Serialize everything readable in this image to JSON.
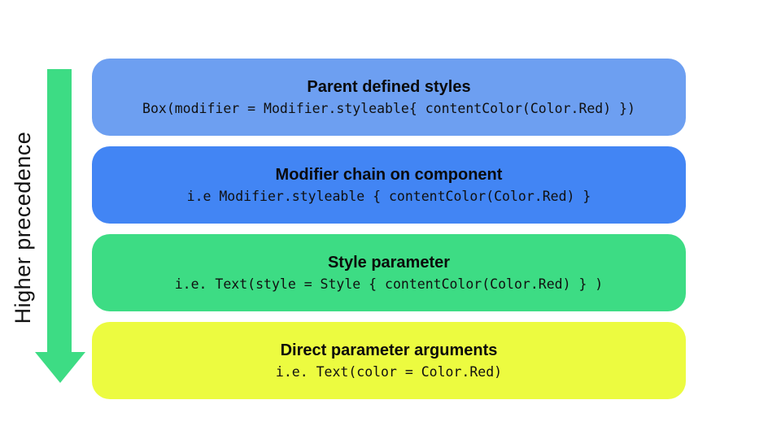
{
  "page": {
    "background": "#ffffff"
  },
  "precedence_axis": {
    "label": "Higher precedence",
    "arrow_direction": "down",
    "arrow_color": "#3DDC84",
    "text_color": "#121212"
  },
  "boxes": [
    {
      "title": "Parent defined styles",
      "code": "Box(modifier = Modifier.styleable{ contentColor(Color.Red) })",
      "color": "#6D9FF1"
    },
    {
      "title": "Modifier chain on component",
      "code": "i.e Modifier.styleable { contentColor(Color.Red) }",
      "color": "#4285F4"
    },
    {
      "title": "Style parameter",
      "code": "i.e. Text(style = Style { contentColor(Color.Red) } )",
      "color": "#3DDC84"
    },
    {
      "title": "Direct parameter arguments",
      "code": "i.e. Text(color = Color.Red)",
      "color": "#ECFB40"
    }
  ]
}
